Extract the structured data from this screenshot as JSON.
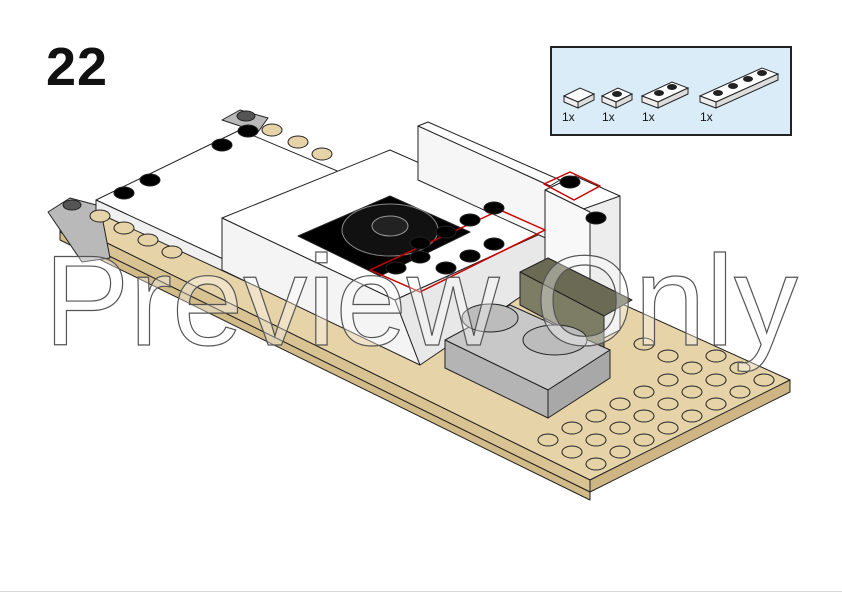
{
  "step": {
    "number": "22"
  },
  "parts": [
    {
      "qty": "1x",
      "icon": "plate-1x1-icon"
    },
    {
      "qty": "1x",
      "icon": "plate-1x2-icon"
    },
    {
      "qty": "1x",
      "icon": "plate-1x3-icon"
    },
    {
      "qty": "1x",
      "icon": "plate-1x4-icon"
    }
  ],
  "watermark": {
    "text": "Preview Only"
  },
  "colors": {
    "tan": "#e6d3a8",
    "white": "#ffffff",
    "black": "#000000",
    "light_gray": "#c8c8c8",
    "dark_olive": "#6b6b55",
    "callout_bg": "#d9ecf7",
    "highlight": "#cc0000"
  }
}
